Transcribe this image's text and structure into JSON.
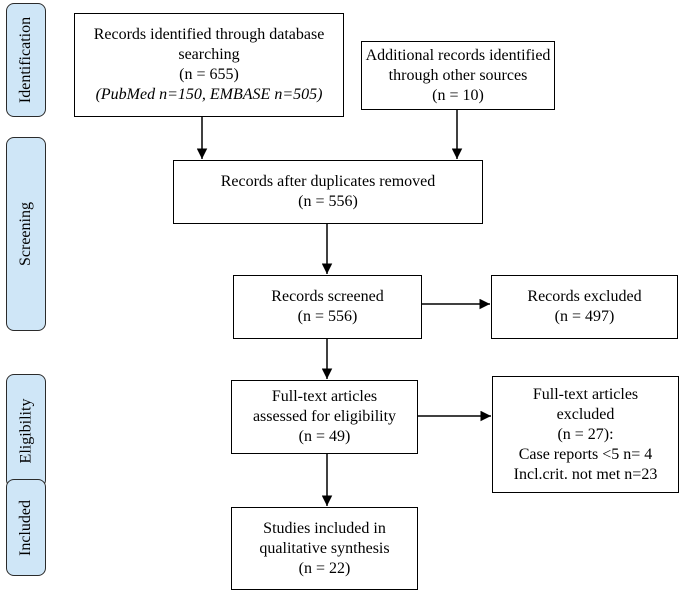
{
  "stages": {
    "identification": "Identification",
    "screening": "Screening",
    "eligibility": "Eligibility",
    "included": "Included"
  },
  "boxes": {
    "database": {
      "line1": "Records identified through database",
      "line2": "searching",
      "line3": "(n = 655)",
      "line4": "(PubMed n=150, EMBASE n=505)"
    },
    "other_sources": {
      "line1": "Additional records identified",
      "line2": "through other sources",
      "line3": "(n = 10)"
    },
    "duplicates_removed": {
      "line1": "Records after duplicates removed",
      "line2": "(n = 556)"
    },
    "screened": {
      "line1": "Records screened",
      "line2": "(n = 556)"
    },
    "excluded": {
      "line1": "Records excluded",
      "line2": "(n = 497)"
    },
    "fulltext_assessed": {
      "line1": "Full-text articles",
      "line2": "assessed for eligibility",
      "line3": "(n = 49)"
    },
    "fulltext_excluded": {
      "line1": "Full-text articles",
      "line2": "excluded",
      "line3": "(n = 27):",
      "line4": "Case reports <5 n= 4",
      "line5": "Incl.crit. not met n=23"
    },
    "included": {
      "line1": "Studies included in",
      "line2": "qualitative synthesis",
      "line3": "(n = 22)"
    }
  }
}
